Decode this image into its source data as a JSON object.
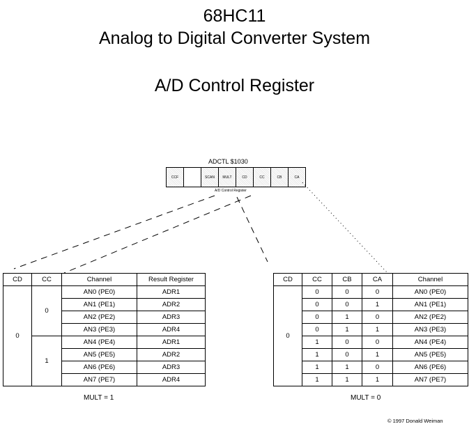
{
  "titles": {
    "chip": "68HC11",
    "system": "Analog to Digital Converter System",
    "register": "A/D Control Register"
  },
  "register": {
    "name": "ADCTL  $1030",
    "bits": [
      "CCF",
      "",
      "SCAN",
      "MULT",
      "CD",
      "CC",
      "CB",
      "CA"
    ],
    "caption": "A/D Control Register"
  },
  "mult1_table": {
    "headers": [
      "CD",
      "CC",
      "Channel",
      "Result Register"
    ],
    "cd": "0",
    "cc": [
      "0",
      "1"
    ],
    "rows": [
      {
        "channel": "AN0  (PE0)",
        "result": "ADR1"
      },
      {
        "channel": "AN1  (PE1)",
        "result": "ADR2"
      },
      {
        "channel": "AN2  (PE2)",
        "result": "ADR3"
      },
      {
        "channel": "AN3  (PE3)",
        "result": "ADR4"
      },
      {
        "channel": "AN4  (PE4)",
        "result": "ADR1"
      },
      {
        "channel": "AN5  (PE5)",
        "result": "ADR2"
      },
      {
        "channel": "AN6  (PE6)",
        "result": "ADR3"
      },
      {
        "channel": "AN7  (PE7)",
        "result": "ADR4"
      }
    ],
    "caption": "MULT = 1"
  },
  "mult0_table": {
    "headers": [
      "CD",
      "CC",
      "CB",
      "CA",
      "Channel"
    ],
    "cd": "0",
    "rows": [
      {
        "cc": "0",
        "cb": "0",
        "ca": "0",
        "channel": "AN0  (PE0)"
      },
      {
        "cc": "0",
        "cb": "0",
        "ca": "1",
        "channel": "AN1  (PE1)"
      },
      {
        "cc": "0",
        "cb": "1",
        "ca": "0",
        "channel": "AN2  (PE2)"
      },
      {
        "cc": "0",
        "cb": "1",
        "ca": "1",
        "channel": "AN3  (PE3)"
      },
      {
        "cc": "1",
        "cb": "0",
        "ca": "0",
        "channel": "AN4  (PE4)"
      },
      {
        "cc": "1",
        "cb": "0",
        "ca": "1",
        "channel": "AN5  (PE5)"
      },
      {
        "cc": "1",
        "cb": "1",
        "ca": "0",
        "channel": "AN6  (PE6)"
      },
      {
        "cc": "1",
        "cb": "1",
        "ca": "1",
        "channel": "AN7  (PE7)"
      }
    ],
    "caption": "MULT = 0"
  },
  "copyright": "© 1997 Donald Weiman"
}
